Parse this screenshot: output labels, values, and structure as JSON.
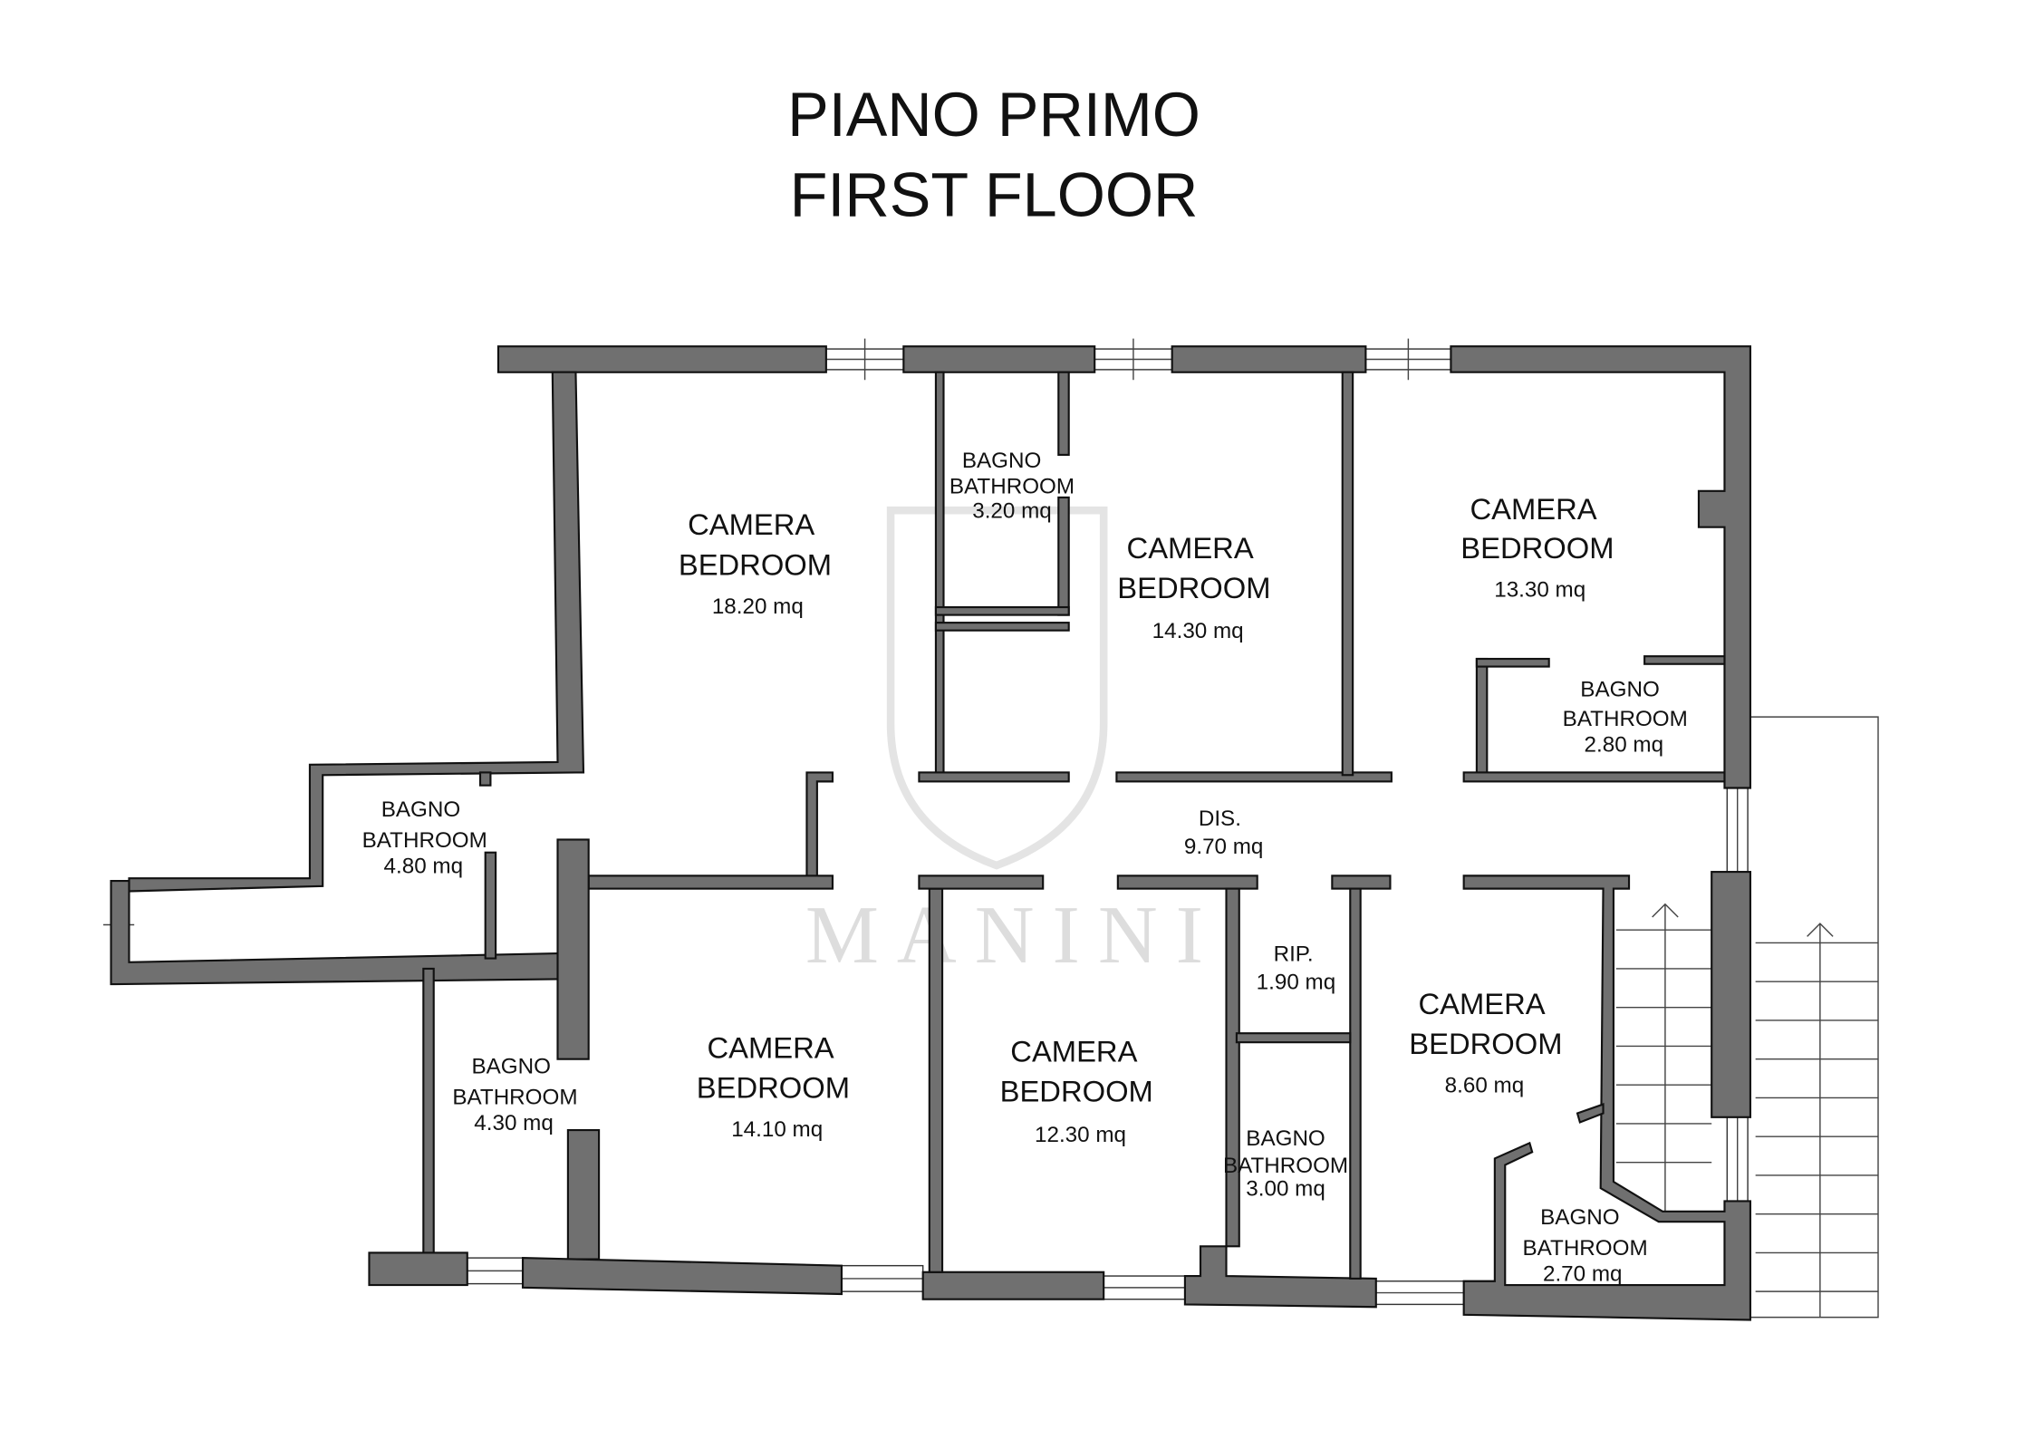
{
  "title": {
    "line1": "PIANO PRIMO",
    "line2": "FIRST FLOOR"
  },
  "watermark": "MANINI",
  "rooms": [
    {
      "it": "CAMERA",
      "en": "BEDROOM",
      "area": "18.20 mq"
    },
    {
      "it": "BAGNO",
      "en": "BATHROOM",
      "area": "3.20 mq"
    },
    {
      "it": "CAMERA",
      "en": "BEDROOM",
      "area": "14.30 mq"
    },
    {
      "it": "CAMERA",
      "en": "BEDROOM",
      "area": "13.30 mq"
    },
    {
      "it": "BAGNO",
      "en": "BATHROOM",
      "area": "2.80 mq"
    },
    {
      "it": "BAGNO",
      "en": "BATHROOM",
      "area": "4.80 mq"
    },
    {
      "it": "DIS.",
      "area": "9.70 mq"
    },
    {
      "it": "BAGNO",
      "en": "BATHROOM",
      "area": "4.30 mq"
    },
    {
      "it": "CAMERA",
      "en": "BEDROOM",
      "area": "14.10 mq"
    },
    {
      "it": "CAMERA",
      "en": "BEDROOM",
      "area": "12.30 mq"
    },
    {
      "it": "RIP.",
      "area": "1.90 mq"
    },
    {
      "it": "BAGNO",
      "en": "BATHROOM",
      "area": "3.00 mq"
    },
    {
      "it": "CAMERA",
      "en": "BEDROOM",
      "area": "8.60 mq"
    },
    {
      "it": "BAGNO",
      "en": "BATHROOM",
      "area": "2.70 mq"
    }
  ]
}
